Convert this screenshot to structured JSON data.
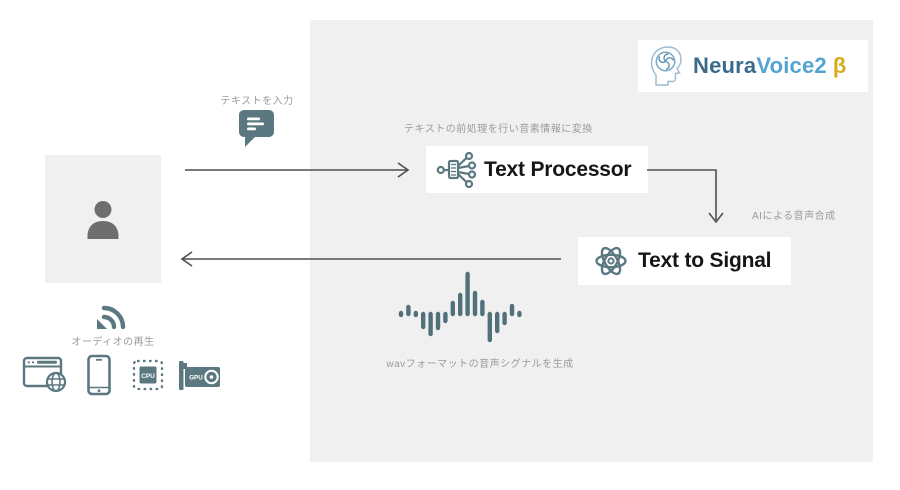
{
  "brand": {
    "name_primary": "Neura",
    "name_secondary": "Voice2",
    "beta_mark": "β"
  },
  "flow": {
    "input_note": "テキストを入力",
    "preprocess_note": "テキストの前処理を行い音素情報に変換",
    "text_processor_label": "Text Processor",
    "synthesis_note": "AIによる音声合成",
    "text_to_signal_label": "Text to Signal",
    "wav_note": "wavフォーマットの音声シグナルを生成",
    "playback_note": "オーディオの再生"
  },
  "device_badges": {
    "cpu": "CPU",
    "gpu": "GPU"
  },
  "colors": {
    "accent_slate": "#5b7880",
    "panel_gray": "#f0f0f0",
    "brand_blue_dark": "#3a6b8d",
    "brand_blue_light": "#55a3d3",
    "beta_gold": "#d4ac1e",
    "label_gray": "#9b9b9b",
    "arrow_gray": "#4f4f4f"
  }
}
